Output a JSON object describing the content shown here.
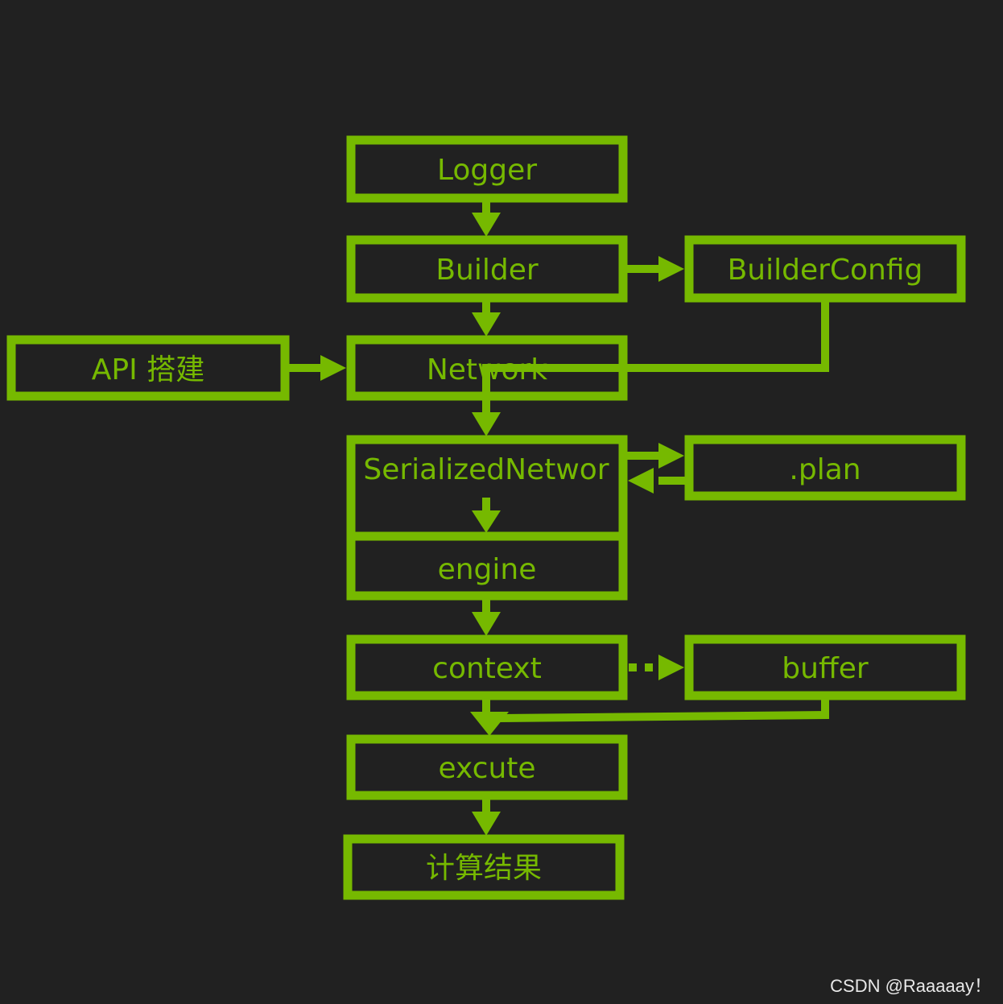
{
  "colors": {
    "background": "#212121",
    "accent": "#76b900",
    "watermark": "#e8e8e8"
  },
  "nodes": {
    "logger": "Logger",
    "builder": "Builder",
    "builder_config": "BuilderConfig",
    "api": "API 搭建",
    "network": "Network",
    "serialized": "SerializedNetwor",
    "plan": ".plan",
    "engine": "engine",
    "context": "context",
    "buffer": "buffer",
    "execute": "excute",
    "result": "计算结果"
  },
  "watermark": "CSDN @Raaaaay！"
}
